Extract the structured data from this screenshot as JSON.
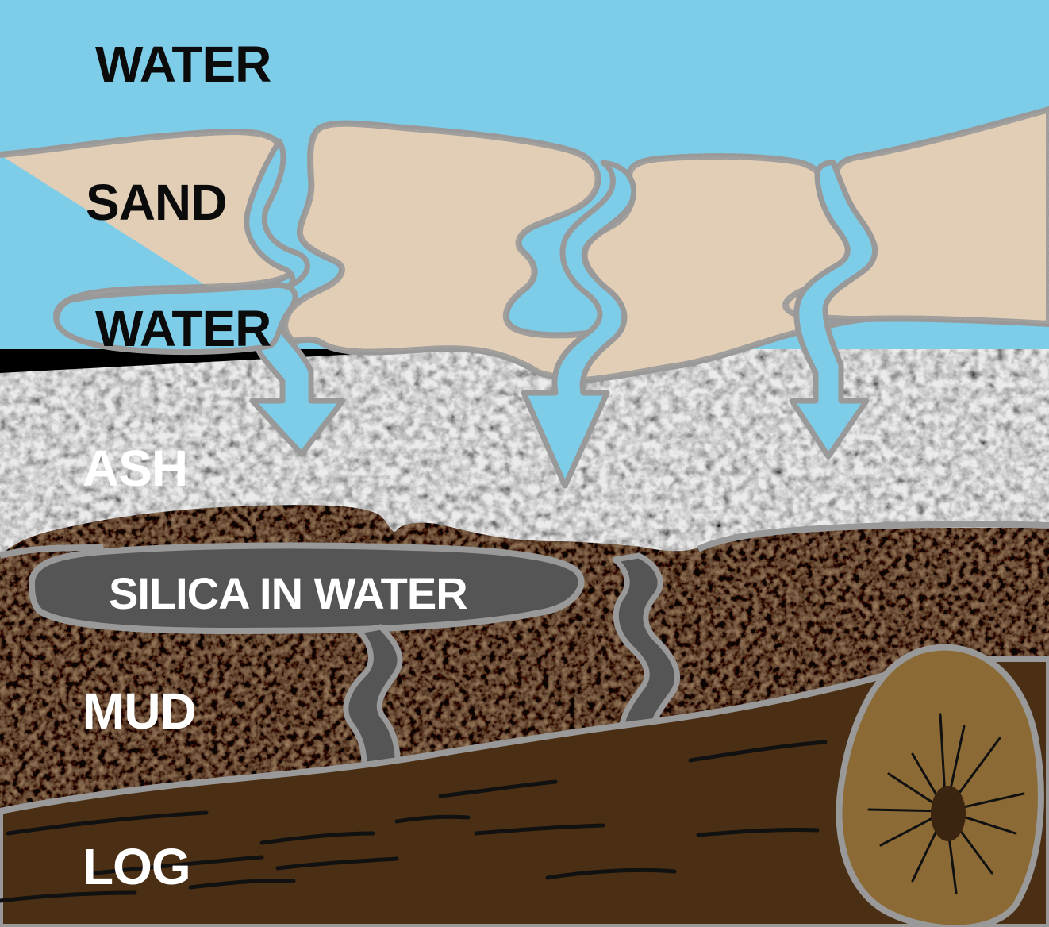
{
  "labels": {
    "water_top": "WATER",
    "sand": "SAND",
    "water_pocket": "WATER",
    "ash": "ASH",
    "silica": "SILICA IN WATER",
    "mud": "MUD",
    "log": "LOG"
  },
  "colors": {
    "water": "#7ecde8",
    "sand": "#e2cdb5",
    "ash": "#3a3a3a",
    "mud": "#3b2817",
    "log": "#4a2f14",
    "log_end": "#8b6a35",
    "outline": "#999999",
    "silica": "#555555",
    "text_dark": "#0b0b0b",
    "text_light": "#ffffff"
  }
}
